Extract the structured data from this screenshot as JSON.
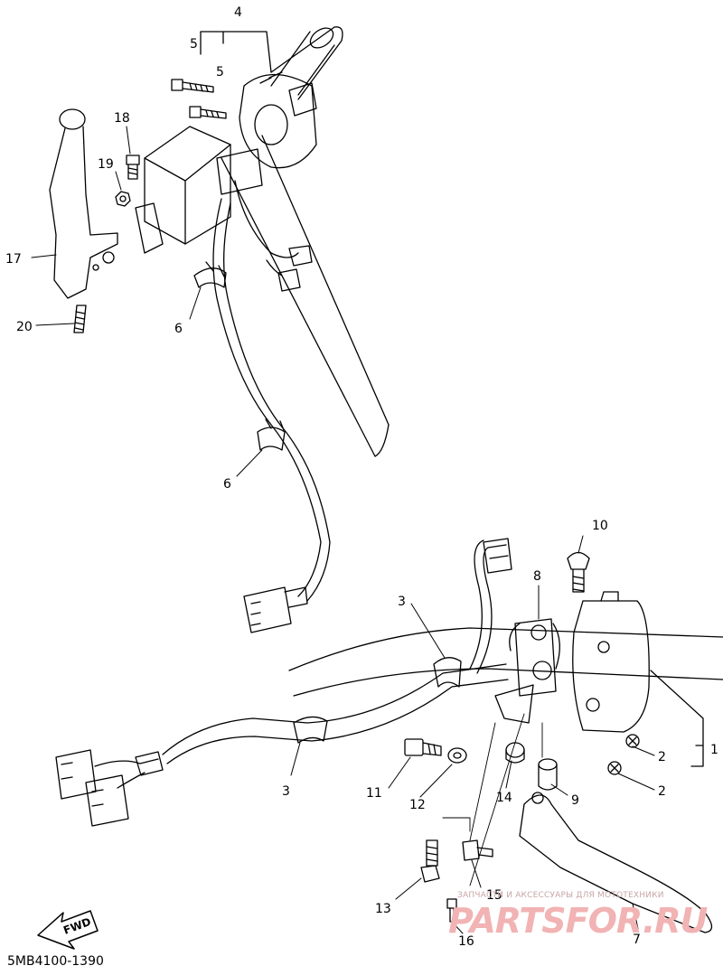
{
  "callouts": [
    "1",
    "2",
    "2",
    "3",
    "3",
    "4",
    "5",
    "5",
    "6",
    "6",
    "7",
    "8",
    "9",
    "10",
    "11",
    "12",
    "13",
    "14",
    "15",
    "16",
    "17",
    "18",
    "19",
    "20"
  ],
  "direction_label": "FWD",
  "document_code": "5MB4100-1390",
  "watermark": {
    "caption": "ЗАПЧАСТИ И АКСЕССУАРЫ ДЛЯ МОТОТЕХНИКИ",
    "logo": "PARTSFOR.RU"
  }
}
